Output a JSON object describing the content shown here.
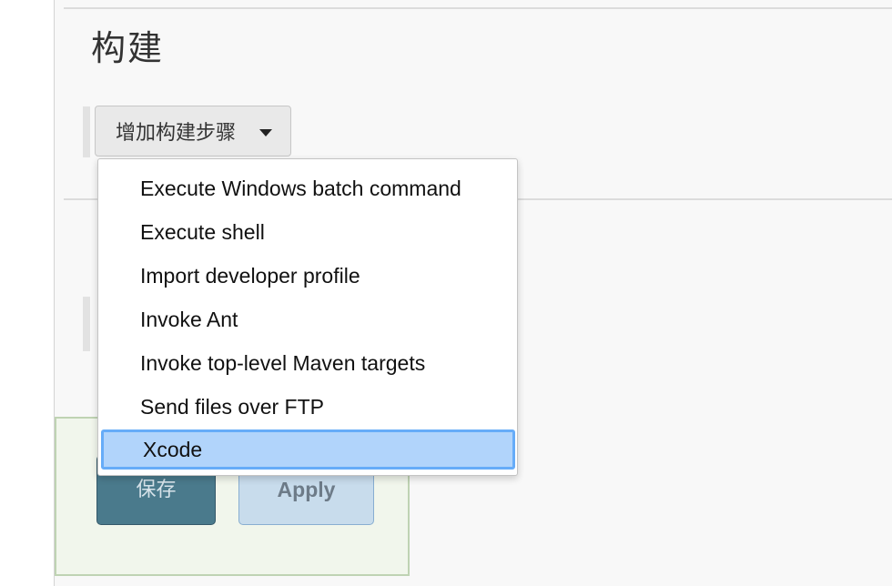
{
  "section": {
    "title": "构建",
    "add_step_button": "增加构建步骤",
    "hidden_label": "ℹ"
  },
  "dropdown": {
    "items": [
      "Execute Windows batch command",
      "Execute shell",
      "Import developer profile",
      "Invoke Ant",
      "Invoke top-level Maven targets",
      "Send files over FTP",
      "Xcode"
    ],
    "selected": "Xcode"
  },
  "footer": {
    "save_label": "保存",
    "apply_label": "Apply"
  },
  "colors": {
    "selection_bg": "#b1d4fb",
    "selection_border": "#66acf8",
    "save_bg": "#4a7a8c",
    "apply_bg": "#c8dcec",
    "footer_bg": "#f1f6ec"
  }
}
